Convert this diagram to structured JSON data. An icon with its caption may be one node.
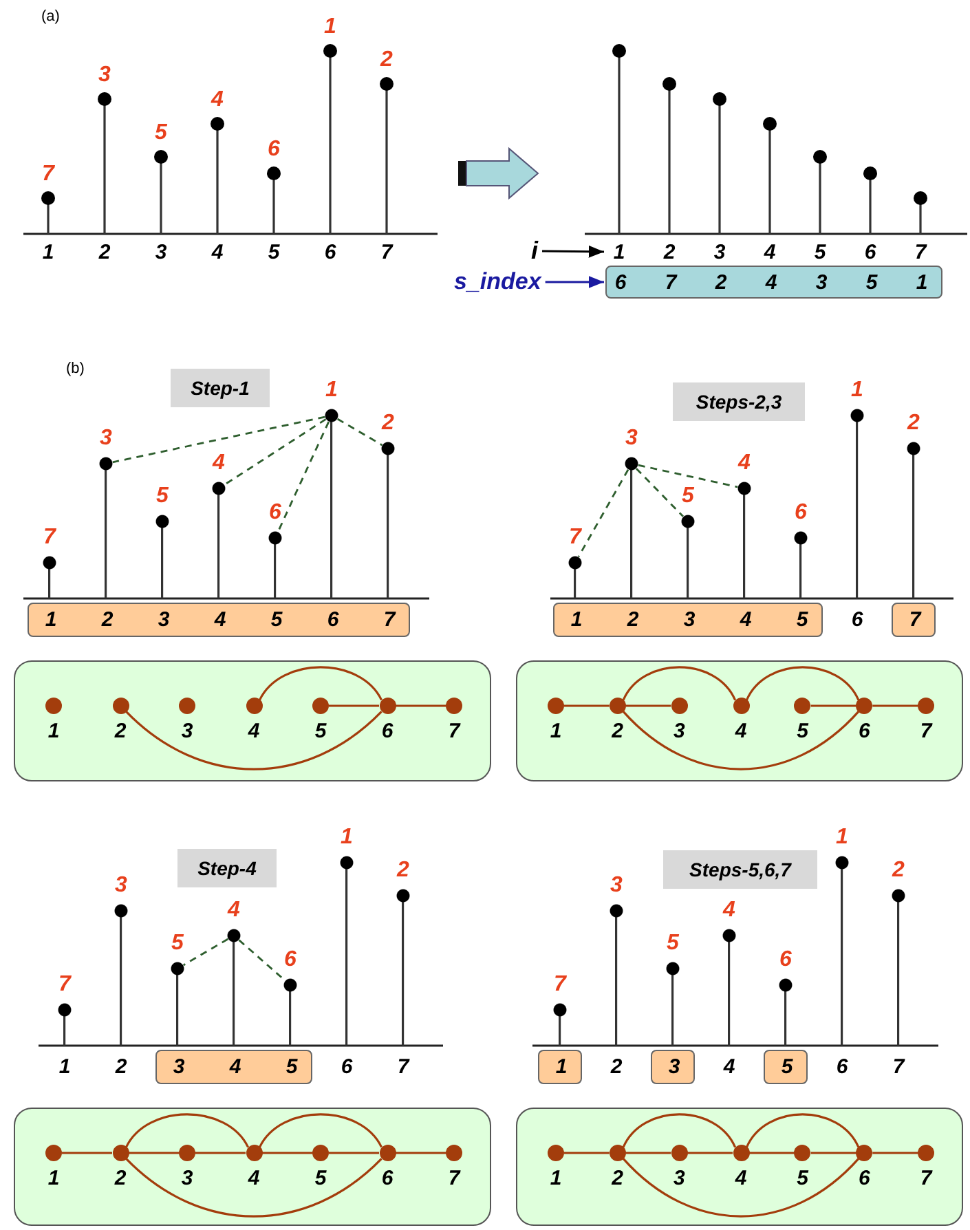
{
  "diagram": {
    "nodes": [
      {
        "text": [
          "i"
        ]
      },
      {
        "text": [
          "s_index"
        ]
      },
      {
        "text": [
          "6",
          "7",
          "2",
          "4",
          "3",
          "5",
          "1"
        ]
      },
      {
        "text": [
          "Step-1"
        ]
      },
      {
        "text": [
          "7"
        ]
      },
      {
        "text": [
          "3"
        ]
      },
      {
        "text": [
          "5"
        ]
      },
      {
        "text": [
          "4"
        ]
      },
      {
        "text": [
          "6"
        ]
      },
      {
        "text": [
          "1"
        ]
      },
      {
        "text": [
          "2"
        ]
      },
      {
        "text": [
          "1",
          "2",
          "3",
          "4",
          "5",
          "6",
          "7"
        ]
      },
      {
        "text": [],
        "shape": "box"
      },
      {
        "text": [
          "1"
        ],
        "in": 12
      },
      {
        "text": [
          "2"
        ],
        "in": 12
      },
      {
        "text": [
          "3"
        ],
        "in": 12
      },
      {
        "text": [
          "4"
        ],
        "in": 12
      },
      {
        "text": [
          "5"
        ],
        "in": 12
      },
      {
        "text": [
          "6"
        ],
        "in": 12
      },
      {
        "text": [
          "7"
        ],
        "in": 12
      },
      {
        "text": [
          "Steps-2,3"
        ]
      },
      {
        "text": [
          "7"
        ]
      },
      {
        "text": [
          "3"
        ]
      },
      {
        "text": [
          "5"
        ]
      },
      {
        "text": [
          "4"
        ]
      },
      {
        "text": [
          "6"
        ]
      },
      {
        "text": [
          "1"
        ]
      },
      {
        "text": [
          "2"
        ]
      },
      {
        "text": [
          "1",
          "2",
          "3",
          "4",
          "5"
        ]
      },
      {
        "text": [
          "7"
        ]
      },
      {
        "text": [],
        "shape": "box"
      },
      {
        "text": [
          "1"
        ],
        "in": 30
      },
      {
        "text": [
          "2"
        ],
        "in": 30
      },
      {
        "text": [
          "3"
        ],
        "in": 30
      },
      {
        "text": [
          "4"
        ],
        "in": 30
      },
      {
        "text": [
          "5"
        ],
        "in": 30
      },
      {
        "text": [
          "6"
        ],
        "in": 30
      },
      {
        "text": [
          "7"
        ],
        "in": 30
      },
      {
        "text": [
          "Step-4"
        ]
      },
      {
        "text": [
          "7"
        ]
      },
      {
        "text": [
          "3"
        ]
      },
      {
        "text": [
          "5"
        ]
      },
      {
        "text": [
          "4"
        ]
      },
      {
        "text": [
          "6"
        ]
      },
      {
        "text": [
          "1"
        ]
      },
      {
        "text": [
          "2"
        ]
      },
      {
        "text": [
          "3",
          "4",
          "5"
        ]
      },
      {
        "text": [],
        "shape": "box"
      },
      {
        "text": [
          "1"
        ],
        "in": 47
      },
      {
        "text": [
          "2"
        ],
        "in": 47
      },
      {
        "text": [
          "3"
        ],
        "in": 47
      },
      {
        "text": [
          "4"
        ],
        "in": 47
      },
      {
        "text": [
          "5"
        ],
        "in": 47
      },
      {
        "text": [
          "6"
        ],
        "in": 47
      },
      {
        "text": [
          "7"
        ],
        "in": 47
      },
      {
        "text": [
          "Steps-5,6,7"
        ]
      },
      {
        "text": [
          "7"
        ]
      },
      {
        "text": [
          "3"
        ]
      },
      {
        "text": [
          "5"
        ]
      },
      {
        "text": [
          "4"
        ]
      },
      {
        "text": [
          "6"
        ]
      },
      {
        "text": [
          "1"
        ]
      },
      {
        "text": [
          "2"
        ]
      },
      {
        "text": [
          "1"
        ]
      },
      {
        "text": [
          "3"
        ]
      },
      {
        "text": [
          "5"
        ]
      },
      {
        "text": [],
        "shape": "box"
      },
      {
        "text": [
          "1"
        ],
        "in": 66
      },
      {
        "text": [
          "2"
        ],
        "in": 66
      },
      {
        "text": [
          "3"
        ],
        "in": 66
      },
      {
        "text": [
          "4"
        ],
        "in": 66
      },
      {
        "text": [
          "5"
        ],
        "in": 66
      },
      {
        "text": [
          "6"
        ],
        "in": 66
      },
      {
        "text": [
          "7"
        ],
        "in": 66
      },
      {
        "text": [
          "1",
          "2",
          "3",
          "4",
          "5",
          "6",
          "7"
        ]
      }
    ],
    "edges": [
      {
        "from": 0,
        "to": 74,
        "arrow": "to",
        "color": "#000000"
      },
      {
        "from": 1,
        "to": 2,
        "arrow": "to",
        "color": "#1a1aa0"
      },
      {
        "from": 9,
        "to": 5,
        "arrow": "none",
        "style": "dashed",
        "color": "#2e5e2e"
      },
      {
        "from": 9,
        "to": 7,
        "arrow": "none",
        "style": "dashed",
        "color": "#2e5e2e"
      },
      {
        "from": 9,
        "to": 8,
        "arrow": "none",
        "style": "dashed",
        "color": "#2e5e2e"
      },
      {
        "from": 9,
        "to": 10,
        "arrow": "none",
        "style": "dashed",
        "color": "#2e5e2e"
      },
      {
        "from": 16,
        "to": 18,
        "arrow": "none"
      },
      {
        "from": 14,
        "to": 18,
        "arrow": "none"
      },
      {
        "from": 17,
        "to": 18,
        "arrow": "none"
      },
      {
        "from": 18,
        "to": 19,
        "arrow": "none"
      },
      {
        "from": 22,
        "to": 21,
        "arrow": "none",
        "style": "dashed",
        "color": "#2e5e2e"
      },
      {
        "from": 22,
        "to": 23,
        "arrow": "none",
        "style": "dashed",
        "color": "#2e5e2e"
      },
      {
        "from": 22,
        "to": 24,
        "arrow": "none",
        "style": "dashed",
        "color": "#2e5e2e"
      },
      {
        "from": 31,
        "to": 32,
        "arrow": "none"
      },
      {
        "from": 32,
        "to": 33,
        "arrow": "none"
      },
      {
        "from": 32,
        "to": 34,
        "arrow": "none"
      },
      {
        "from": 34,
        "to": 36,
        "arrow": "none"
      },
      {
        "from": 32,
        "to": 36,
        "arrow": "none"
      },
      {
        "from": 35,
        "to": 36,
        "arrow": "none"
      },
      {
        "from": 36,
        "to": 37,
        "arrow": "none"
      },
      {
        "from": 42,
        "to": 41,
        "arrow": "none",
        "style": "dashed",
        "color": "#2e5e2e"
      },
      {
        "from": 42,
        "to": 43,
        "arrow": "none",
        "style": "dashed",
        "color": "#2e5e2e"
      },
      {
        "from": 48,
        "to": 49,
        "arrow": "none"
      },
      {
        "from": 49,
        "to": 50,
        "arrow": "none"
      },
      {
        "from": 50,
        "to": 51,
        "arrow": "none"
      },
      {
        "from": 51,
        "to": 52,
        "arrow": "none"
      },
      {
        "from": 52,
        "to": 53,
        "arrow": "none"
      },
      {
        "from": 53,
        "to": 54,
        "arrow": "none"
      },
      {
        "from": 49,
        "to": 51,
        "arrow": "none"
      },
      {
        "from": 51,
        "to": 53,
        "arrow": "none"
      },
      {
        "from": 49,
        "to": 53,
        "arrow": "none"
      },
      {
        "from": 67,
        "to": 68,
        "arrow": "none"
      },
      {
        "from": 68,
        "to": 69,
        "arrow": "none"
      },
      {
        "from": 69,
        "to": 70,
        "arrow": "none"
      },
      {
        "from": 70,
        "to": 71,
        "arrow": "none"
      },
      {
        "from": 71,
        "to": 72,
        "arrow": "none"
      },
      {
        "from": 72,
        "to": 73,
        "arrow": "none"
      },
      {
        "from": 68,
        "to": 70,
        "arrow": "none"
      },
      {
        "from": 70,
        "to": 72,
        "arrow": "none"
      },
      {
        "from": 68,
        "to": 72,
        "arrow": "none"
      }
    ],
    "labels": [
      "(a)",
      "7",
      "3",
      "5",
      "4",
      "6",
      "1",
      "2",
      "1",
      "2",
      "3",
      "4",
      "5",
      "6",
      "7",
      "(b)",
      "6",
      "1",
      "2",
      "6",
      "7",
      "2",
      "4",
      "6",
      "7"
    ]
  }
}
